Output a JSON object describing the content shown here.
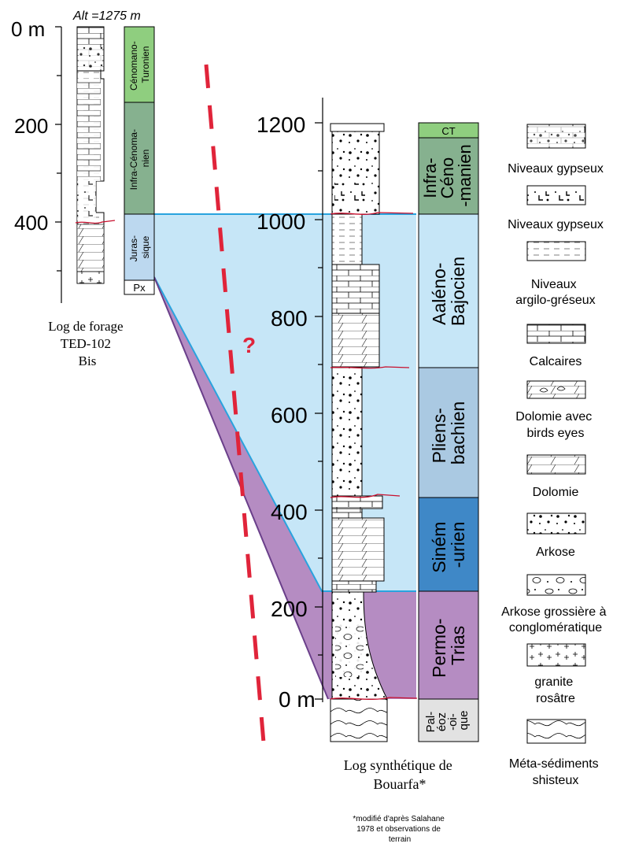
{
  "borehole": {
    "alt_label": "Alt =1275 m",
    "axis_ticks": [
      "0 m",
      "200",
      "400"
    ],
    "stages": [
      "Cénomano-Turonien",
      "Infra-Cénomanien",
      "Juras-sique",
      "Px"
    ],
    "stage_lines": {
      "cenomano": [
        "Cénomano-",
        "Turonien"
      ],
      "infra": [
        "Infra-Cénoma-",
        "nien"
      ],
      "juras": [
        "Juras-",
        "sique"
      ],
      "px": "Px"
    },
    "caption_lines": [
      "Log de forage",
      "TED-102",
      "Bis"
    ]
  },
  "question_mark": "?",
  "synthetic": {
    "axis_ticks": [
      "1200",
      "1000",
      "800",
      "600",
      "400",
      "200",
      "0 m"
    ],
    "stage_lines": {
      "ct": "CT",
      "infra": [
        "Infra-",
        "Céno",
        "-manien"
      ],
      "aaleno": [
        "Aaléno-",
        "Bajocien"
      ],
      "pliens": [
        "Pliens-",
        "bachien"
      ],
      "sinem": [
        "Siném",
        "-urien"
      ],
      "permo": [
        "Permo-",
        "Trias"
      ],
      "paleo": [
        "Pal-",
        "éoz",
        "-oi-",
        "que"
      ]
    },
    "caption_lines": [
      "Log synthétique de",
      "Bouarfa*"
    ],
    "note_lines": [
      "*modifié d'après Salahane",
      "1978 et observations de",
      "terrain"
    ]
  },
  "legend": [
    {
      "label_lines": [
        "Niveaux gypseux"
      ],
      "pattern": "brick-dots-icon"
    },
    {
      "label_lines": [
        "Niveaux gypseux"
      ],
      "pattern": "gypsum-icon"
    },
    {
      "label_lines": [
        "Niveaux",
        "argilo-gréseux"
      ],
      "pattern": "dashes-icon"
    },
    {
      "label_lines": [
        "Calcaires"
      ],
      "pattern": "brick-icon"
    },
    {
      "label_lines": [
        "Dolomie avec",
        "birds eyes"
      ],
      "pattern": "birds-eyes-icon"
    },
    {
      "label_lines": [
        "Dolomie"
      ],
      "pattern": "slash-icon"
    },
    {
      "label_lines": [
        "Arkose"
      ],
      "pattern": "dots-icon"
    },
    {
      "label_lines": [
        "Arkose grossière à",
        "conglomératique"
      ],
      "pattern": "pebbles-icon"
    },
    {
      "label_lines": [
        "granite",
        "rosâtre"
      ],
      "pattern": "cross-icon"
    },
    {
      "label_lines": [
        "Méta-sédiments",
        "shisteux"
      ],
      "pattern": "wavy-icon"
    }
  ],
  "colors": {
    "cenomano_turonien": "#8fce7f",
    "infra_cenomanien": "#86b18f",
    "jurassic_light": "#c6e6f7",
    "jurassic_box": "#bcd8ef",
    "pliensbachien_box": "#aac9e2",
    "sinemurien_box": "#3f88c7",
    "permo_trias": "#b58cc2",
    "paleozoique": "#e2e2e2",
    "fault": "#e0243a",
    "contact_line": "#29a3de",
    "permo_line": "#6a3f8a"
  }
}
